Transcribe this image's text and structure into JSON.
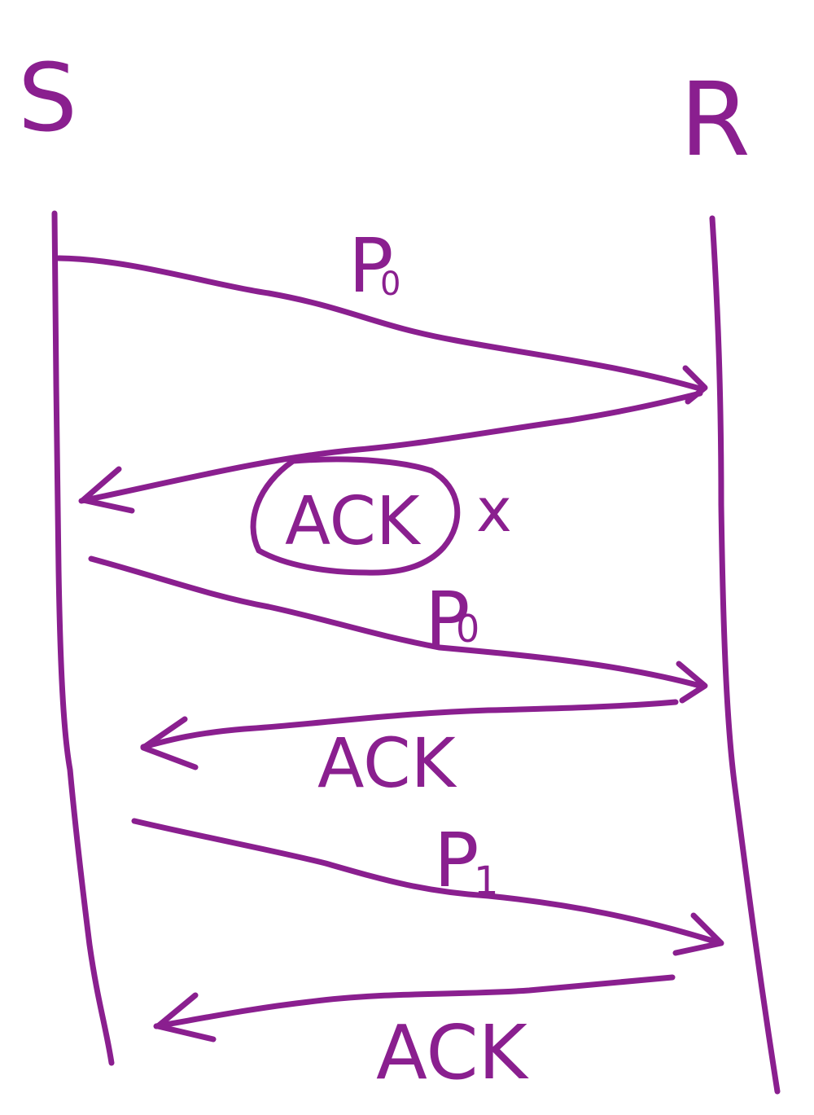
{
  "diagram": {
    "ink_color": "#8a1f8f",
    "sender_label": "S",
    "receiver_label": "R",
    "messages": [
      {
        "label": "P",
        "subscript": "0",
        "direction": "sender-to-receiver",
        "lost": false
      },
      {
        "label": "ACK",
        "subscript": "",
        "direction": "receiver-to-sender",
        "lost": true,
        "lost_mark": "x"
      },
      {
        "label": "P",
        "subscript": "0",
        "direction": "sender-to-receiver",
        "lost": false
      },
      {
        "label": "ACK",
        "subscript": "",
        "direction": "receiver-to-sender",
        "lost": false
      },
      {
        "label": "P",
        "subscript": "1",
        "direction": "sender-to-receiver",
        "lost": false
      },
      {
        "label": "ACK",
        "subscript": "",
        "direction": "receiver-to-sender",
        "lost": false
      }
    ]
  }
}
